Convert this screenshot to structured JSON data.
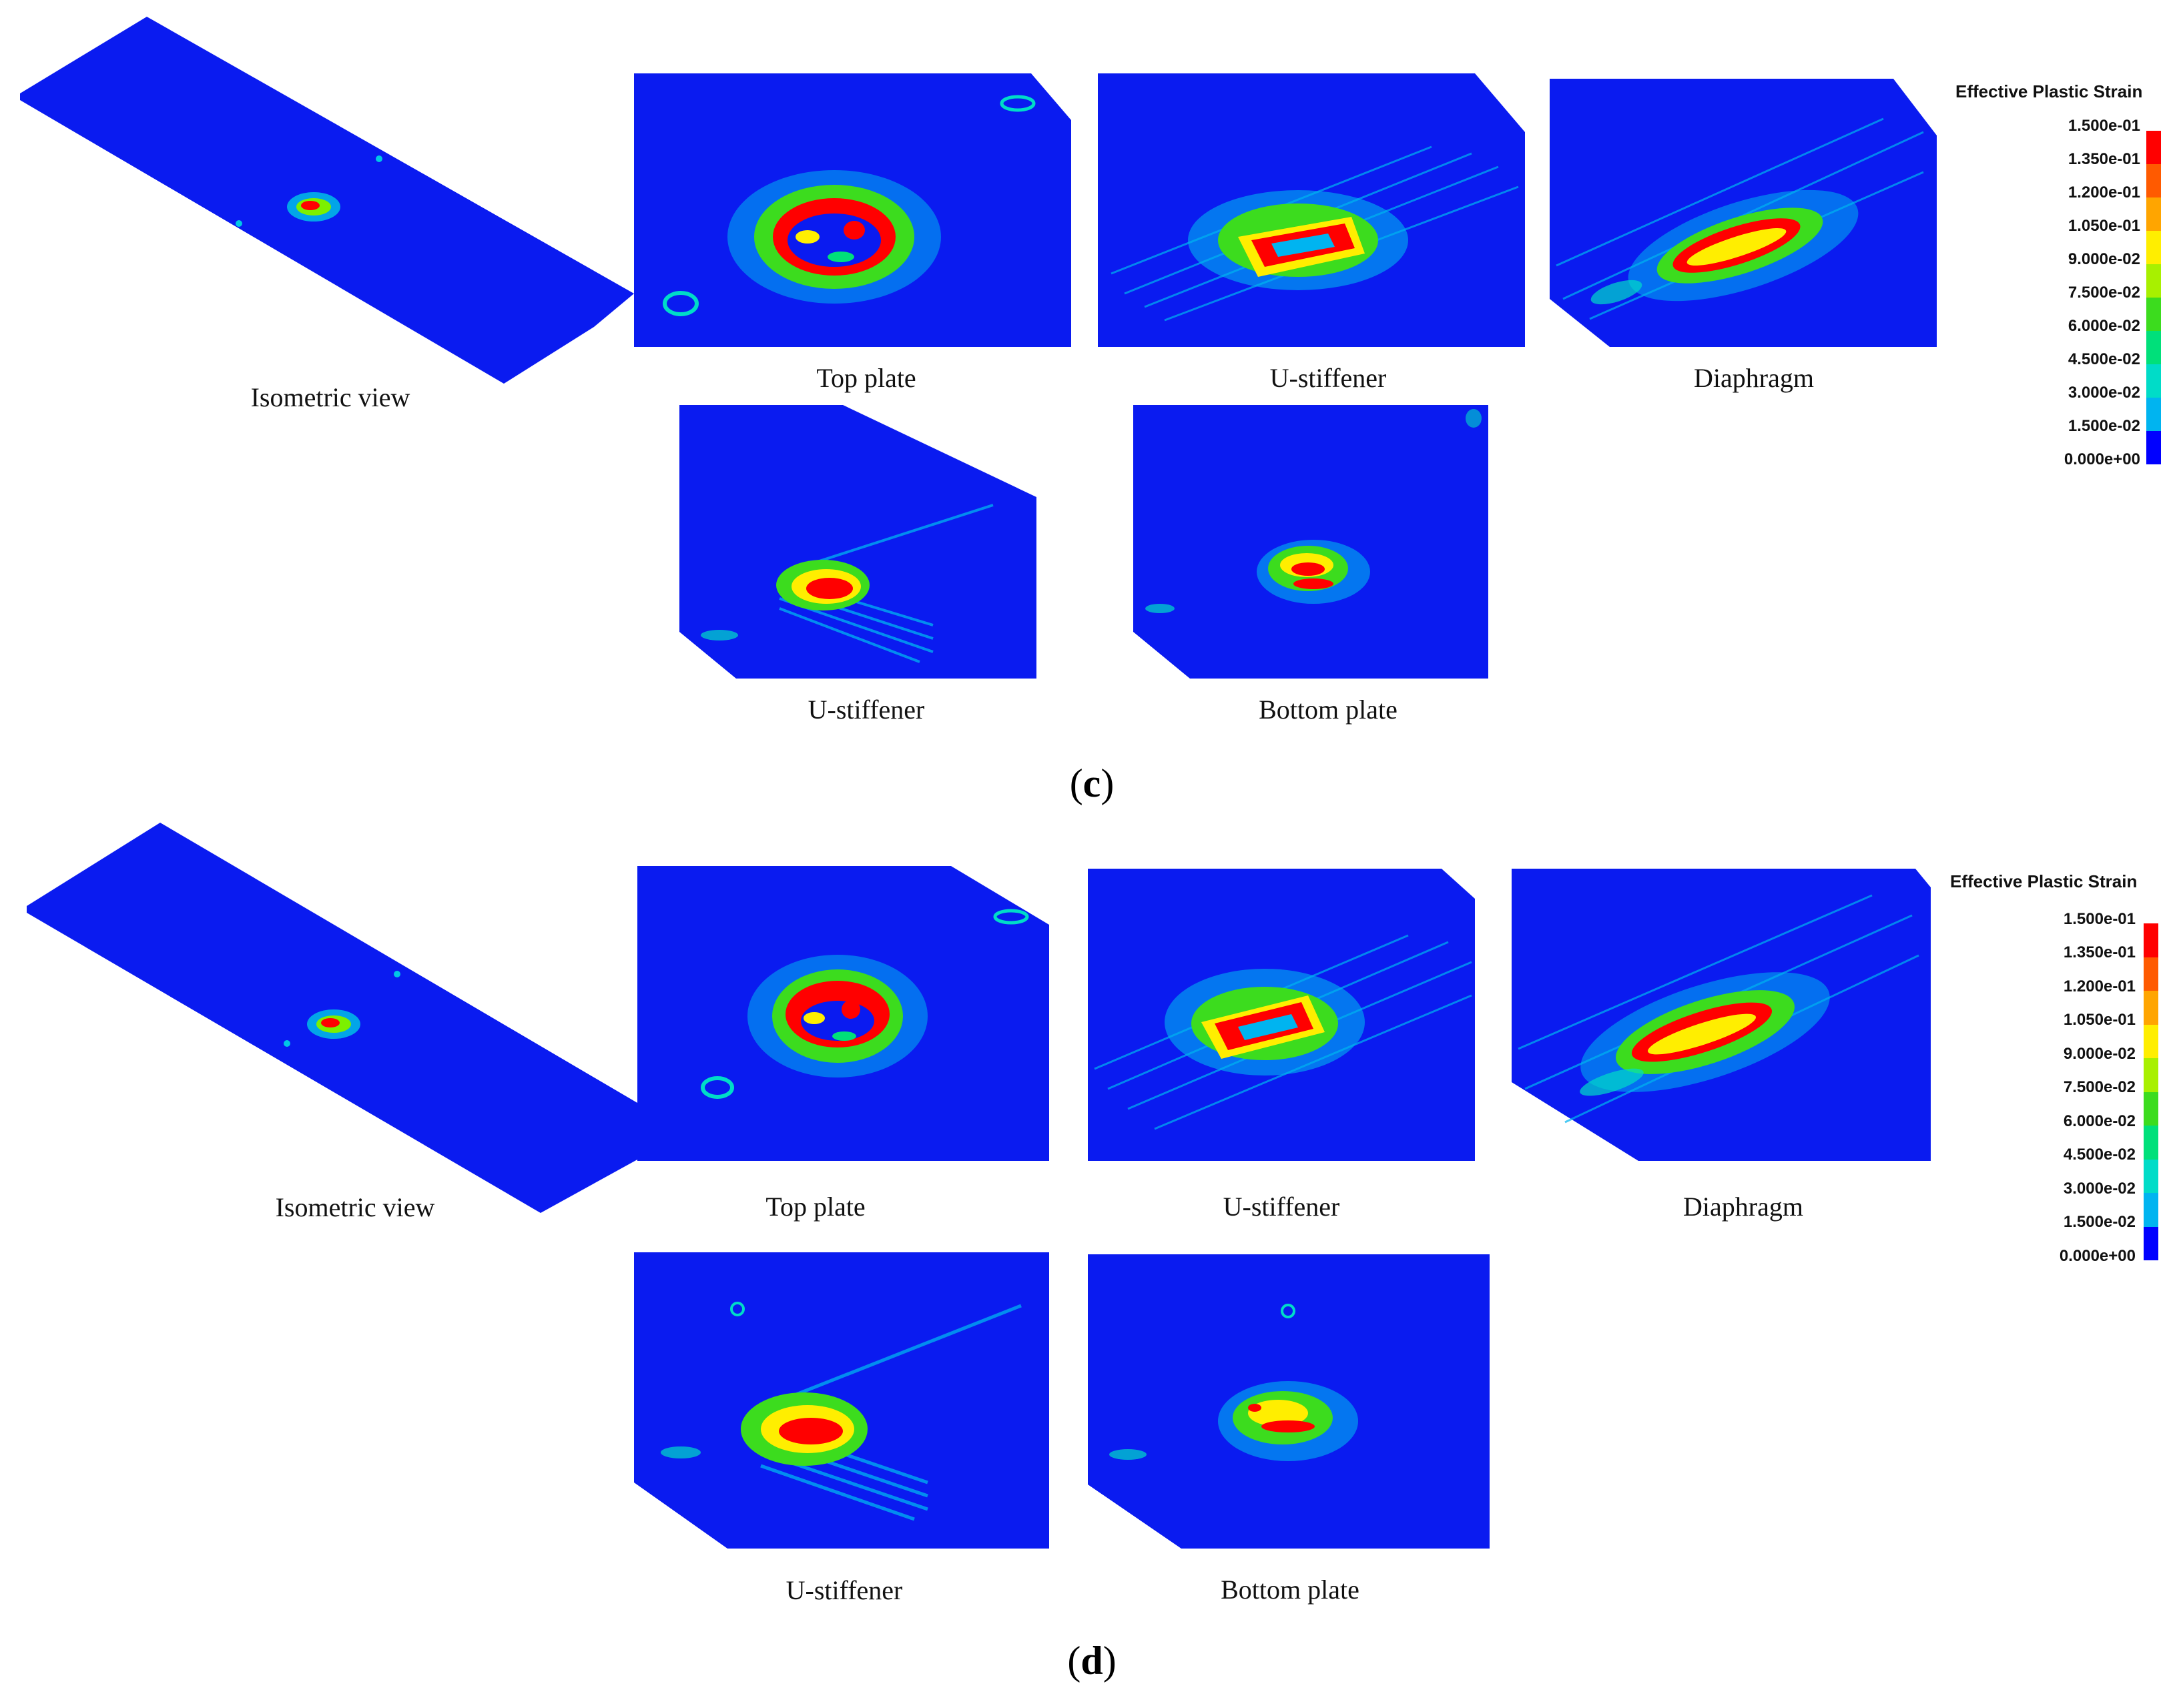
{
  "figure_c": {
    "label_open": "(",
    "label_letter": "c",
    "label_close": ")",
    "captions": {
      "isometric": "Isometric view",
      "top_plate": "Top plate",
      "u_stiffener_top": "U-stiffener",
      "diaphragm": "Diaphragm",
      "u_stiffener_bottom": "U-stiffener",
      "bottom_plate": "Bottom plate"
    },
    "legend": {
      "title": "Effective Plastic Strain",
      "ticks": [
        "1.500e-01",
        "1.350e-01",
        "1.200e-01",
        "1.050e-01",
        "9.000e-02",
        "7.500e-02",
        "6.000e-02",
        "4.500e-02",
        "3.000e-02",
        "1.500e-02",
        "0.000e+00"
      ]
    }
  },
  "figure_d": {
    "label_open": "(",
    "label_letter": "d",
    "label_close": ")",
    "captions": {
      "isometric": "Isometric view",
      "top_plate": "Top plate",
      "u_stiffener_top": "U-stiffener",
      "diaphragm": "Diaphragm",
      "u_stiffener_bottom": "U-stiffener",
      "bottom_plate": "Bottom plate"
    },
    "legend": {
      "title": "Effective Plastic Strain",
      "ticks": [
        "1.500e-01",
        "1.350e-01",
        "1.200e-01",
        "1.050e-01",
        "9.000e-02",
        "7.500e-02",
        "6.000e-02",
        "4.500e-02",
        "3.000e-02",
        "1.500e-02",
        "0.000e+00"
      ]
    }
  },
  "colors": {
    "background_blue": "#0a1bf0",
    "scale": [
      "#ff0000",
      "#ff5a00",
      "#ffa500",
      "#ffee00",
      "#a8f000",
      "#3cdc1e",
      "#00e07a",
      "#00dcc8",
      "#00b4f0",
      "#1a74ff",
      "#0000ff"
    ]
  }
}
